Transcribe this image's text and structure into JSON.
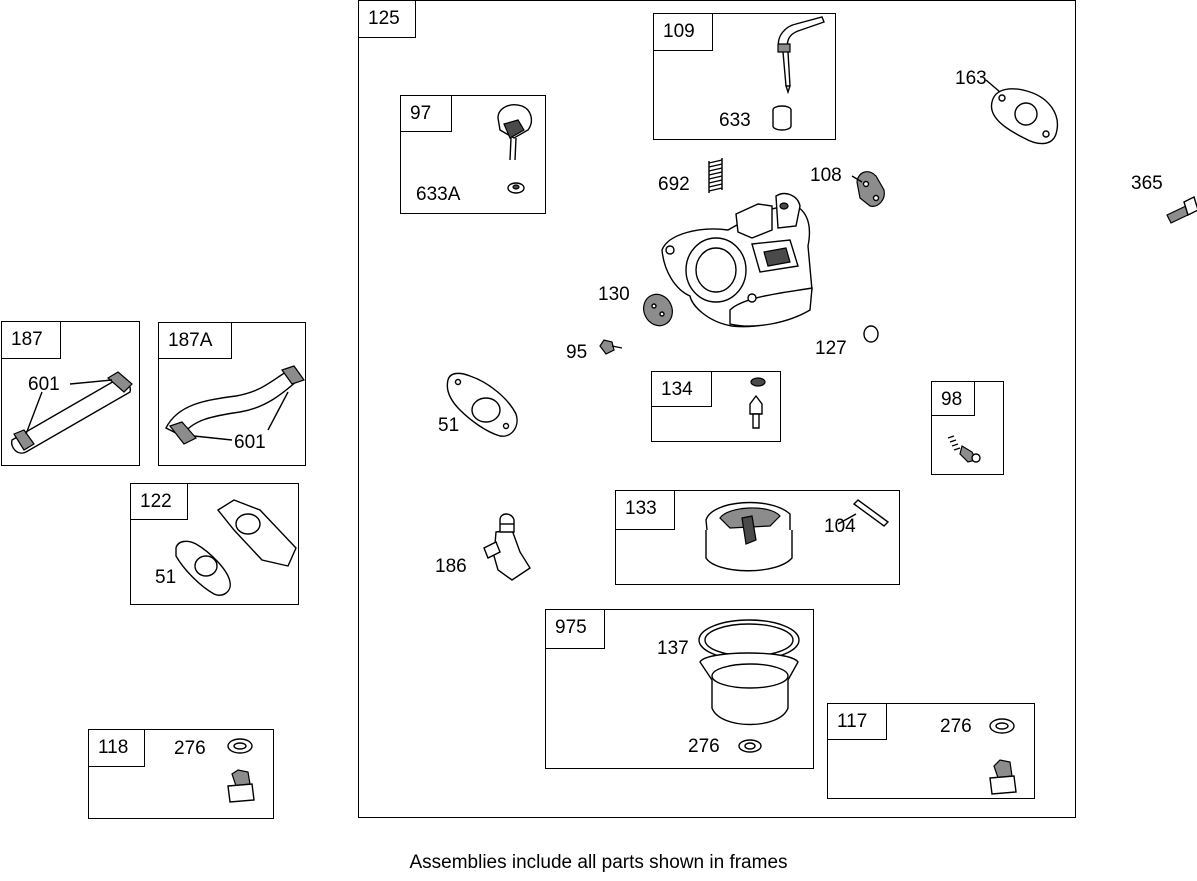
{
  "frames": {
    "f125": "125",
    "f109": "109",
    "f97": "97",
    "f187": "187",
    "f187a": "187A",
    "f122": "122",
    "f134": "134",
    "f98": "98",
    "f133": "133",
    "f975": "975",
    "f117": "117",
    "f118": "118"
  },
  "callouts": {
    "c633_109": "633",
    "c633a": "633A",
    "c163": "163",
    "c365": "365",
    "c692": "692",
    "c108": "108",
    "c130": "130",
    "c95": "95",
    "c127": "127",
    "c51_main": "51",
    "c186": "186",
    "c104": "104",
    "c137": "137",
    "c276_975": "276",
    "c276_117": "276",
    "c276_118": "276",
    "c601_187": "601",
    "c601_187a": "601",
    "c51_122": "51"
  },
  "caption": "Assemblies include all parts shown in frames"
}
